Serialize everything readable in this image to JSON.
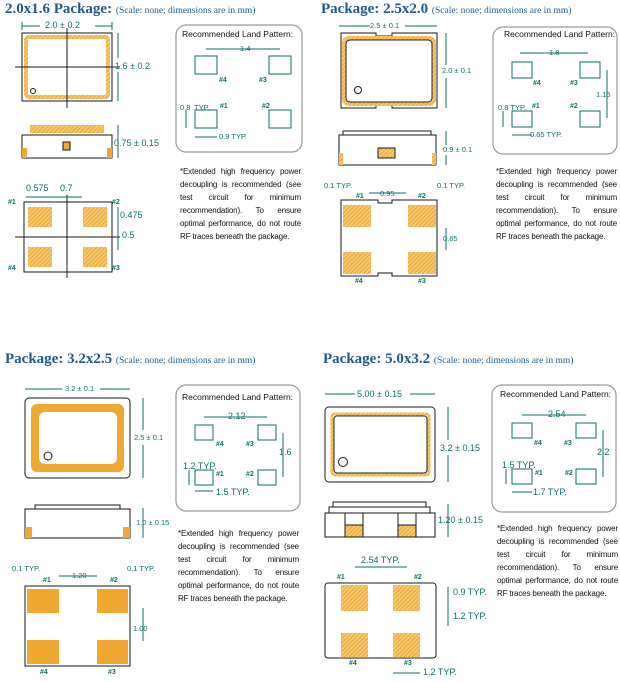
{
  "common": {
    "subtitle": "(Scale: none; dimensions are in mm)",
    "land_title": "Recommended Land Pattern:",
    "note": "*Extended high frequency power decoupling is recommended (see test circuit for minimum recommendation). To ensure optimal performance, do not route RF traces beneath the package.",
    "pins": {
      "p1": "#1",
      "p2": "#2",
      "p3": "#3",
      "p4": "#4"
    }
  },
  "colors": {
    "title": "#1f5b8e",
    "dimension": "#0b6e68",
    "pad": "#f0a830"
  },
  "packages": [
    {
      "title": "2.0x1.6 Package:",
      "width": "2.0 ± 0.2",
      "length": "1.6 ± 0.2",
      "height": "0.75 ± 0.15",
      "bottom": {
        "a": "0.575",
        "b": "0.7",
        "c": "0.475",
        "d": "0.5"
      },
      "land": {
        "pitch_x": "1.4",
        "pad_h": "0.8",
        "pad_h_typ": "TYP.",
        "pad_w": "0.9 TYP."
      }
    },
    {
      "title": "Package: 2.5x2.0",
      "width": "2.5 ± 0.1",
      "length": "2.0 ± 0.1",
      "height": "0.9 ± 0.1",
      "bottom": {
        "a": "0.1 TYP.",
        "b": "0.95",
        "c": "0.1 TYP.",
        "d": "0.65"
      },
      "land": {
        "pitch_x": "1.8",
        "pitch_y": "1.15",
        "pad_h": "0.8 TYP.",
        "pad_w": "0.65 TYP."
      }
    },
    {
      "title": "Package: 3.2x2.5",
      "width": "3.2 ± 0.1",
      "length": "2.5 ± 0.1",
      "height": "1.0 ± 0.15",
      "bottom": {
        "a": "0.1 TYP.",
        "b": "1.20",
        "c": "0.1 TYP.",
        "d": "1.00"
      },
      "land": {
        "pitch_x": "2.12",
        "pitch_y": "1.6",
        "pad_h": "1.2 TYP.",
        "pad_w": "1.5 TYP."
      }
    },
    {
      "title": "Package: 5.0x3.2",
      "width": "5.00 ± 0.15",
      "length": "3.2 ± 0.15",
      "height": "1.20 ± 0.15",
      "bottom": {
        "a": "2.54 TYP.",
        "b": "0.9 TYP.",
        "c": "1.2 TYP.",
        "d": "1.2 TYP."
      },
      "land": {
        "pitch_x": "2.54",
        "pitch_y": "2.2",
        "pad_h": "1.5 TYP.",
        "pad_w": "1.7 TYP."
      }
    }
  ]
}
